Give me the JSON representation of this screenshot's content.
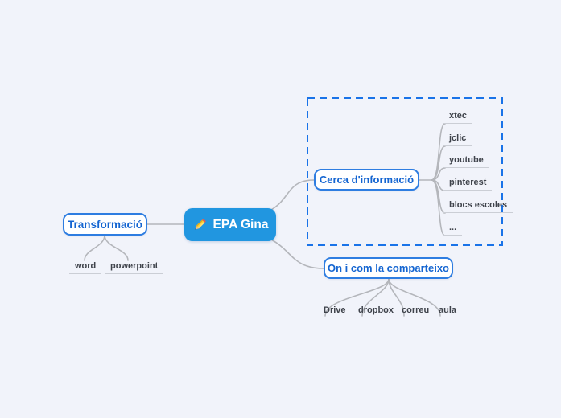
{
  "app": {
    "type_label": "mind-map-canvas",
    "background_color": "#f1f3fa"
  },
  "mindmap": {
    "root": {
      "label": "EPA Gina",
      "icon": "pencil-icon",
      "bg_color": "#2196e0",
      "text_color": "#ffffff"
    },
    "branches": [
      {
        "label": "Transformació",
        "children": [
          "word",
          "powerpoint"
        ]
      },
      {
        "label": "Cerca d'informació",
        "selected": true,
        "children": [
          "xtec",
          "jclic",
          "youtube",
          "pinterest",
          "blocs escoles",
          "..."
        ]
      },
      {
        "label": "On i com la comparteixo",
        "children": [
          "Drive",
          "dropbox",
          "correu",
          "aula"
        ]
      }
    ],
    "colors": {
      "node_border": "#2e7de1",
      "node_text": "#1465d1",
      "selection_box": "#1a73e8",
      "connector": "#b4b6bb",
      "leaf_text": "#3f434b",
      "leaf_underline": "#cbced5"
    }
  }
}
